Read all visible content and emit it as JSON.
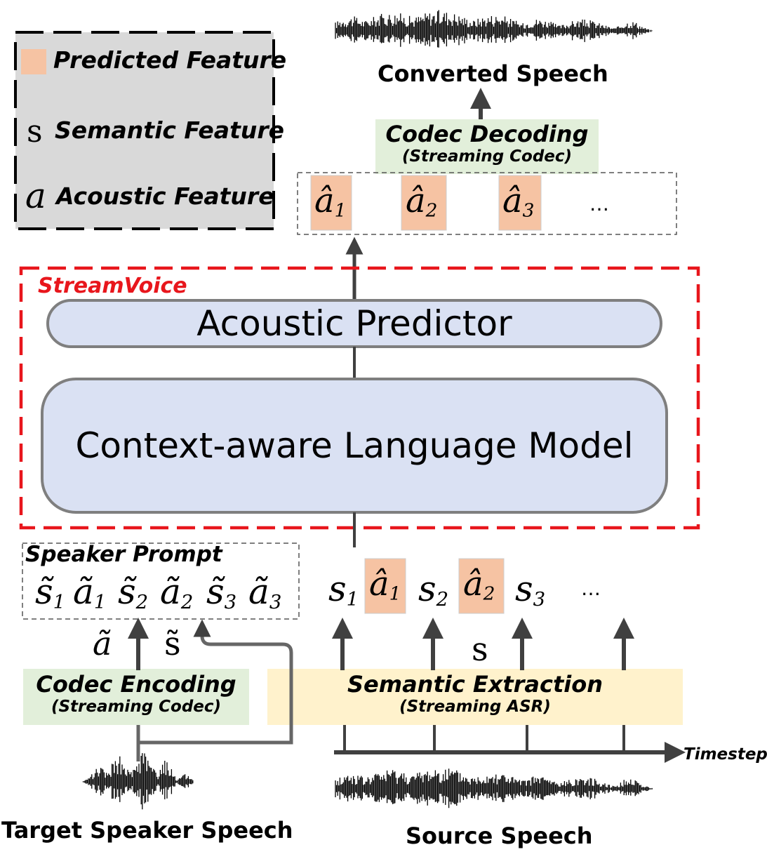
{
  "legend": {
    "predicted": "Predicted Feature",
    "semantic_symbol": "s",
    "semantic": "Semantic Feature",
    "acoustic_symbol": "a",
    "acoustic": "Acoustic Feature"
  },
  "colors": {
    "predicted": "#f6c3a3",
    "legend_bg": "#d9d9d9",
    "model_fill": "#dae1f3",
    "codec_fill": "#e2efda",
    "asr_fill": "#fff2cc",
    "streamvoice_red": "#e8161c",
    "arrow": "#404040"
  },
  "output": {
    "converted_speech": "Converted Speech",
    "codec_decoding_title": "Codec Decoding",
    "codec_decoding_sub": "(Streaming Codec)",
    "tokens": [
      {
        "base": "â",
        "sub": "1"
      },
      {
        "base": "â",
        "sub": "2"
      },
      {
        "base": "â",
        "sub": "3"
      }
    ],
    "ellipsis": "…"
  },
  "streamvoice": {
    "label": "StreamVoice",
    "acoustic_predictor": "Acoustic Predictor",
    "language_model": "Context-aware Language Model"
  },
  "prompt": {
    "title": "Speaker Prompt",
    "tokens": [
      {
        "base": "s̃",
        "sub": "1"
      },
      {
        "base": "ã",
        "sub": "1"
      },
      {
        "base": "s̃",
        "sub": "2"
      },
      {
        "base": "ã",
        "sub": "2"
      },
      {
        "base": "s̃",
        "sub": "3"
      },
      {
        "base": "ã",
        "sub": "3"
      }
    ],
    "a_tilde": "ã",
    "s_tilde": "s̃"
  },
  "input_sequence": {
    "tokens": [
      {
        "base": "s",
        "sub": "1",
        "predicted": false
      },
      {
        "base": "â",
        "sub": "1",
        "predicted": true
      },
      {
        "base": "s",
        "sub": "2",
        "predicted": false
      },
      {
        "base": "â",
        "sub": "2",
        "predicted": true
      },
      {
        "base": "s",
        "sub": "3",
        "predicted": false
      }
    ],
    "ellipsis": "…",
    "s_label": "s"
  },
  "codec_encoding": {
    "title": "Codec Encoding",
    "sub": "(Streaming Codec)"
  },
  "semantic_extraction": {
    "title": "Semantic Extraction",
    "sub": "(Streaming ASR)"
  },
  "timestep": "Timestep",
  "target_speech": "Target Speaker Speech",
  "source_speech": "Source Speech"
}
